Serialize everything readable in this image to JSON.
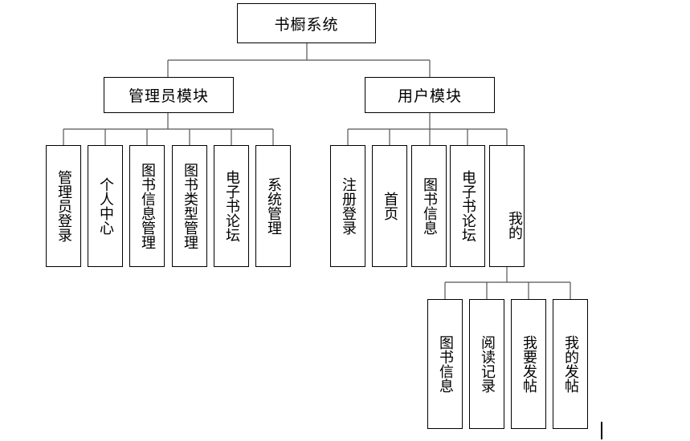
{
  "root": "书橱系统",
  "admin": {
    "title": "管理员模块",
    "items": [
      "管理员登录",
      "个人中心",
      "图书信息管理",
      "图书类型管理",
      "电子书论坛",
      "系统管理"
    ]
  },
  "user": {
    "title": "用户模块",
    "items": [
      "注册登录",
      "首页",
      "图书信息",
      "电子书论坛",
      "我的"
    ]
  },
  "mine": {
    "items": [
      "图书信息",
      "阅读记录",
      "我要发帖",
      "我的发帖"
    ]
  }
}
